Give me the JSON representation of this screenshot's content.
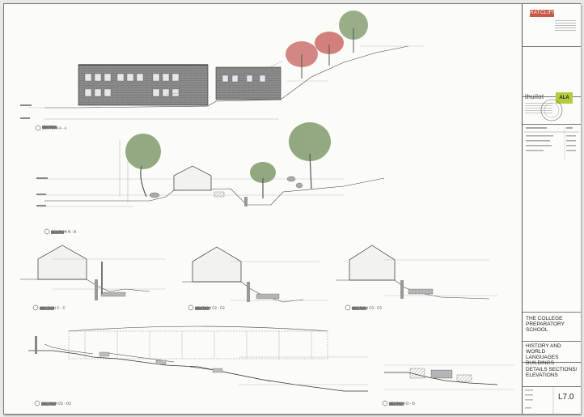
{
  "firm": {
    "name": "RATCLIFF"
  },
  "consultants": {
    "landscape_name": "thuilot",
    "ala_badge": "ALA"
  },
  "project": {
    "name": "THE COLLEGE PREPARATORY SCHOOL",
    "subtitle": "HISTORY AND WORLD LANGUAGES BUILDINGS"
  },
  "sheet": {
    "title": "DETAILS SECTIONS/ ELEVATIONS",
    "number": "L7.0"
  },
  "sections": [
    {
      "label": "SECTION A - A"
    },
    {
      "label": "SECTION B - B"
    },
    {
      "label": "SECTION C - C"
    },
    {
      "label": "SECTION C2 - C2"
    },
    {
      "label": "SECTION C3 - C3"
    },
    {
      "label": "SECTION D2 - D2"
    },
    {
      "label": "SECTION D - D"
    }
  ],
  "colors": {
    "ratcliff_red": "#c95a4a",
    "ala_green": "#b5cc3a",
    "tree_green": "#7f9a6c",
    "tree_red": "#c96a66"
  }
}
